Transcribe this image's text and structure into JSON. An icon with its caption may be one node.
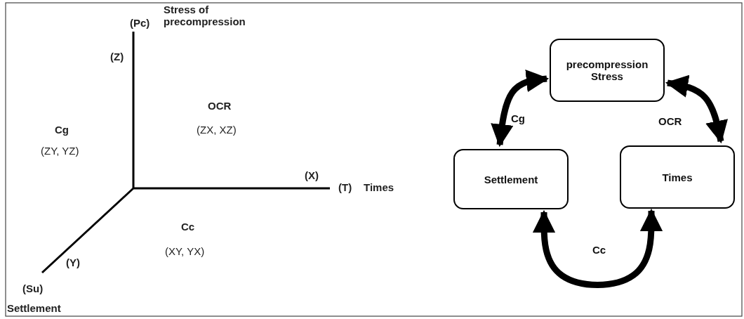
{
  "diagram": {
    "nodes": [
      {
        "text": [
          "precompression Stress"
        ]
      },
      {
        "text": [
          "Settlement"
        ]
      },
      {
        "text": [
          "Times"
        ]
      }
    ],
    "edges": [
      {
        "from": 0,
        "to": 1,
        "arrow": "both",
        "label": "Cg"
      },
      {
        "from": 0,
        "to": 2,
        "arrow": "both",
        "label": "OCR"
      },
      {
        "from": 1,
        "to": 2,
        "arrow": "both",
        "label": "Cc"
      }
    ],
    "labels": [
      "Stress of precompression",
      "(Pc)",
      "(Z)",
      "OCR",
      "(ZX, XZ)",
      "Cg",
      "(ZY, YZ)",
      "(X)",
      "(T)",
      "Times",
      "Cc",
      "(XY, YX)",
      "(Y)",
      "(Su)",
      "Settlement"
    ]
  }
}
